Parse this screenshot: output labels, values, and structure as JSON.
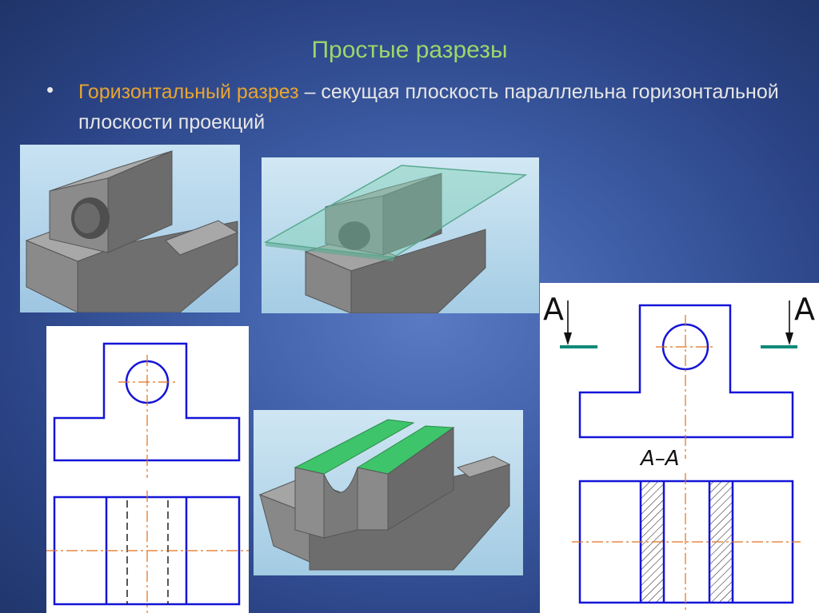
{
  "slide": {
    "title": "Простые разрезы",
    "bullet_marker": "•",
    "bullet_term": "Горизонтальный разрез",
    "bullet_rest": " – секущая плоскость параллельна горизонтальной плоскости проекций"
  },
  "section_drawing": {
    "label_left": "А",
    "label_right": "А",
    "section_label": "А–А"
  },
  "colors": {
    "title": "#9bd76b",
    "term": "#e8a533",
    "outline": "#1414d8",
    "axis": "#e0701e",
    "cut_marker": "#0f8a7a",
    "cut_face": "#3ec46a",
    "body_grey": "#8a8a8a"
  }
}
